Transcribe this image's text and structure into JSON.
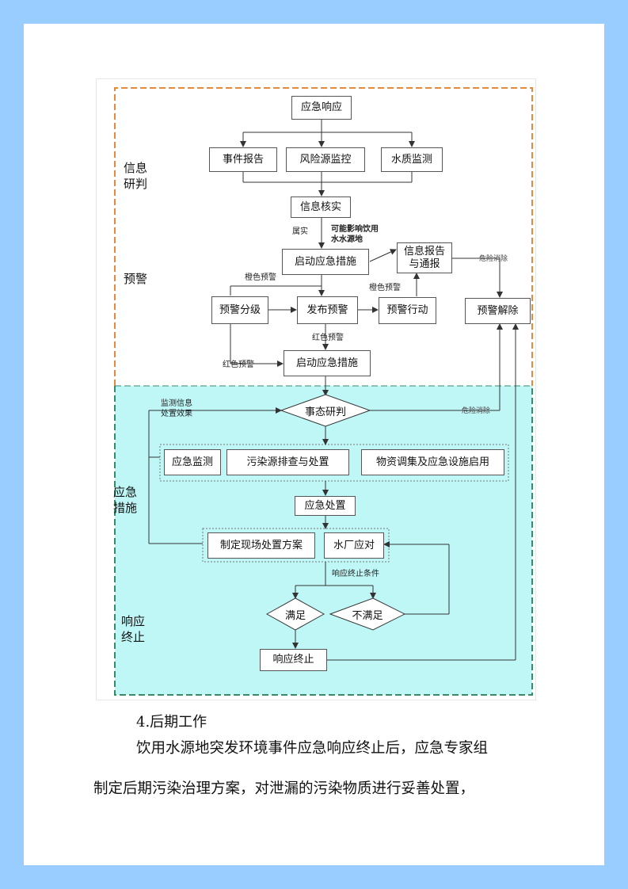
{
  "flowchart": {
    "sections": {
      "info": [
        "信息",
        "研判"
      ],
      "warning": "预警",
      "measures": [
        "应急",
        "措施"
      ],
      "termination": [
        "响应",
        "终止"
      ]
    },
    "boxes": {
      "emergency_response": "应急响应",
      "event_report": "事件报告",
      "risk_source_monitoring": "风险源监控",
      "water_quality_monitoring": "水质监测",
      "info_verification": "信息核实",
      "start_emergency_measures_1": "启动应急措施",
      "info_report_line1": "信息报告",
      "info_report_line2": "与通报",
      "warning_grading": "预警分级",
      "issue_warning": "发布预警",
      "warning_action": "预警行动",
      "warning_release": "预警解除",
      "start_emergency_measures_2": "启动应急措施",
      "situation_assessment": "事态研判",
      "emergency_monitoring": "应急监测",
      "pollution_source_check": "污染源排查与处置",
      "materials_deploy": "物资调集及应急设施启用",
      "emergency_disposal": "应急处置",
      "onsite_plan": "制定现场处置方案",
      "waterworks_response": "水厂应对",
      "satisfied": "满足",
      "not_satisfied": "不满足",
      "response_end": "响应终止"
    },
    "labels": {
      "confirmed": "属实",
      "may_affect_line1": "可能影响饮用",
      "may_affect_line2": "水水源地",
      "danger_eliminated_1": "危险消除",
      "orange_warning_1": "橙色预警",
      "orange_warning_2": "橙色预警",
      "red_warning_1": "红色预警",
      "red_warning_2": "红色预警",
      "monitoring_info_line1": "监测信息",
      "monitoring_info_line2": "处置效果",
      "danger_eliminated_2": "危险消除",
      "termination_conditions": "响应终止条件"
    }
  },
  "document": {
    "heading": "4.后期工作",
    "paragraph_line1": "饮用水源地突发环境事件应急响应终止后，应急专家组",
    "paragraph_line2": "制定后期污染治理方案，对泄漏的污染物质进行妥善处置，"
  },
  "colors": {
    "background": "#99ccff",
    "upper_region_border": "#e8883a",
    "lower_region_fill": "#bff7f7",
    "lower_region_border": "#3a8a6a",
    "connector": "#333333"
  }
}
